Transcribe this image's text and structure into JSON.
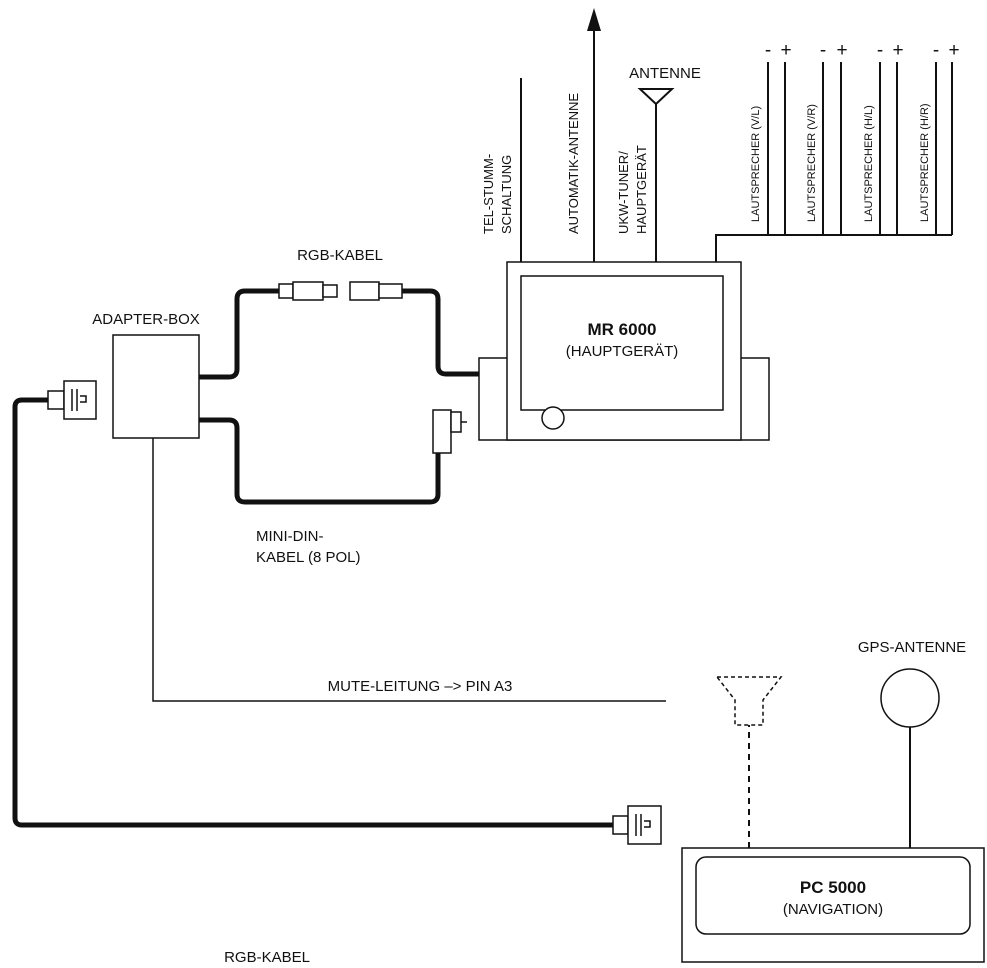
{
  "labels": {
    "rgb_cable_top": "RGB-KABEL",
    "adapter_box": "ADAPTER-BOX",
    "minidin_line1": "MINI-DIN-",
    "minidin_line2": "KABEL (8 POL)",
    "tel_line1": "TEL-STUMM-",
    "tel_line2": "SCHALTUNG",
    "automatik": "AUTOMATIK-ANTENNE",
    "antenne": "ANTENNE",
    "ukw_line1": "UKW-TUNER/",
    "ukw_line2": "HAUPTGERÄT",
    "speakers": [
      "LAUTSPRECHER (V/L)",
      "LAUTSPRECHER (V/R)",
      "LAUTSPRECHER (H/L)",
      "LAUTSPRECHER (H/R)"
    ],
    "minus": "-",
    "plus": "+",
    "mr_title": "MR 6000",
    "mr_sub": "(HAUPTGERÄT)",
    "gps": "GPS-ANTENNE",
    "mute": "MUTE-LEITUNG –> PIN A3",
    "pc_title": "PC 5000",
    "pc_sub": "(NAVIGATION)",
    "rgb_cable_bottom": "RGB-KABEL"
  }
}
